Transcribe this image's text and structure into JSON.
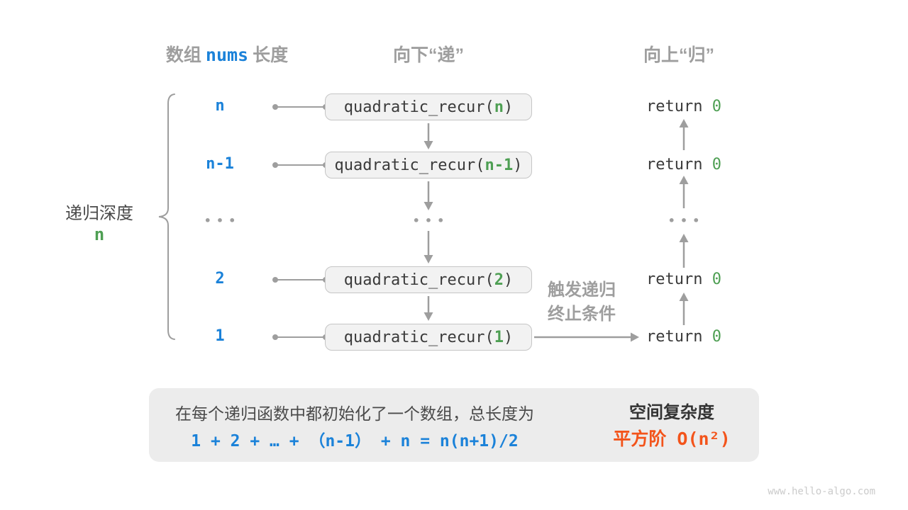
{
  "colors": {
    "accent_blue": "#1B82D9",
    "accent_green": "#4E9F53",
    "accent_orange": "#F3541B",
    "label_gray": "#9E9E9E",
    "box_bg": "#F2F2F2",
    "panel_bg": "#ECECEC"
  },
  "diagram": {
    "headers": {
      "left_prefix": "数组",
      "left_code": "nums",
      "left_suffix": "长度",
      "down": "向下“递”",
      "up": "向上“归”"
    },
    "depth_label": {
      "text": "递归深度",
      "value": "n"
    },
    "call_prefix": "quadratic_recur(",
    "call_suffix": ")",
    "return_prefix": "return ",
    "return_value": "0",
    "rows": [
      {
        "depth": "n",
        "arg": "n"
      },
      {
        "depth": "n-1",
        "arg": "n-1"
      },
      {
        "ellipsis": "•••"
      },
      {
        "depth": "2",
        "arg": "2"
      },
      {
        "depth": "1",
        "arg": "1"
      }
    ],
    "trigger_line1": "触发递归",
    "trigger_line2": "终止条件"
  },
  "summary": {
    "line1": "在每个递归函数中都初始化了一个数组，总长度为",
    "formula": "1 + 2 + … + （n-1） + n = n(n+1)/2",
    "result_title": "空间复杂度",
    "result_value": "平方阶 O(n²)"
  },
  "watermark": "www.hello-algo.com"
}
